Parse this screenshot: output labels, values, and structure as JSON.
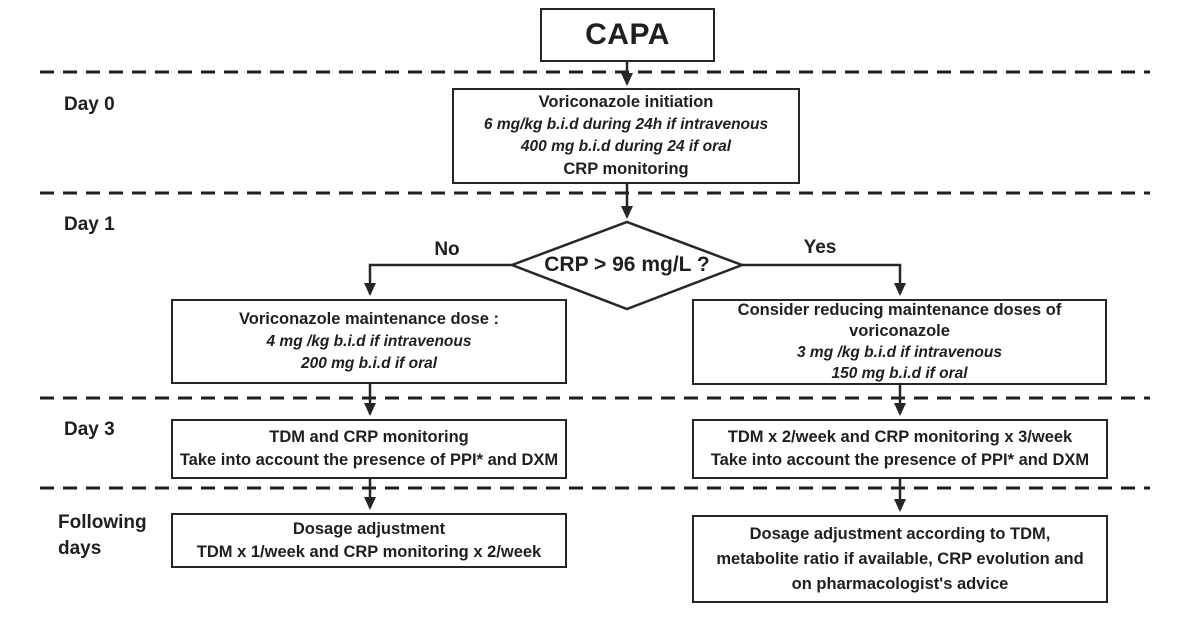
{
  "colors": {
    "ink": "#1f1f1f",
    "background": "#ffffff"
  },
  "flow": {
    "root_label": "CAPA",
    "timeline": [
      {
        "label": "Day 0"
      },
      {
        "label": "Day 1"
      },
      {
        "label": "Day 3"
      },
      {
        "label": "Following days"
      }
    ],
    "day0": {
      "title": "Voriconazole initiation",
      "iv": "6 mg/kg b.i.d during 24h if intravenous",
      "oral": "400 mg b.i.d during 24 if oral",
      "note": "CRP monitoring"
    },
    "decision": {
      "question": "CRP > 96 mg/L ?",
      "no_label": "No",
      "yes_label": "Yes"
    },
    "no_path": {
      "day1": {
        "title": "Voriconazole maintenance dose :",
        "iv": "4 mg /kg b.i.d if intravenous",
        "oral": "200 mg b.i.d if oral"
      },
      "day3": {
        "line1": "TDM and CRP monitoring",
        "line2": "Take into account the presence of PPI* and DXM"
      },
      "following": {
        "line1": "Dosage adjustment",
        "line2": "TDM x 1/week and CRP monitoring x 2/week"
      }
    },
    "yes_path": {
      "day1": {
        "title": "Consider reducing maintenance doses of voriconazole",
        "iv": "3 mg /kg b.i.d if intravenous",
        "oral": "150 mg b.i.d if oral"
      },
      "day3": {
        "line1": "TDM x 2/week and CRP monitoring x 3/week",
        "line2": "Take into account the presence of PPI* and DXM"
      },
      "following": {
        "line1": "Dosage adjustment according to TDM, metabolite ratio if available, CRP evolution and on pharmacologist's advice"
      }
    }
  }
}
